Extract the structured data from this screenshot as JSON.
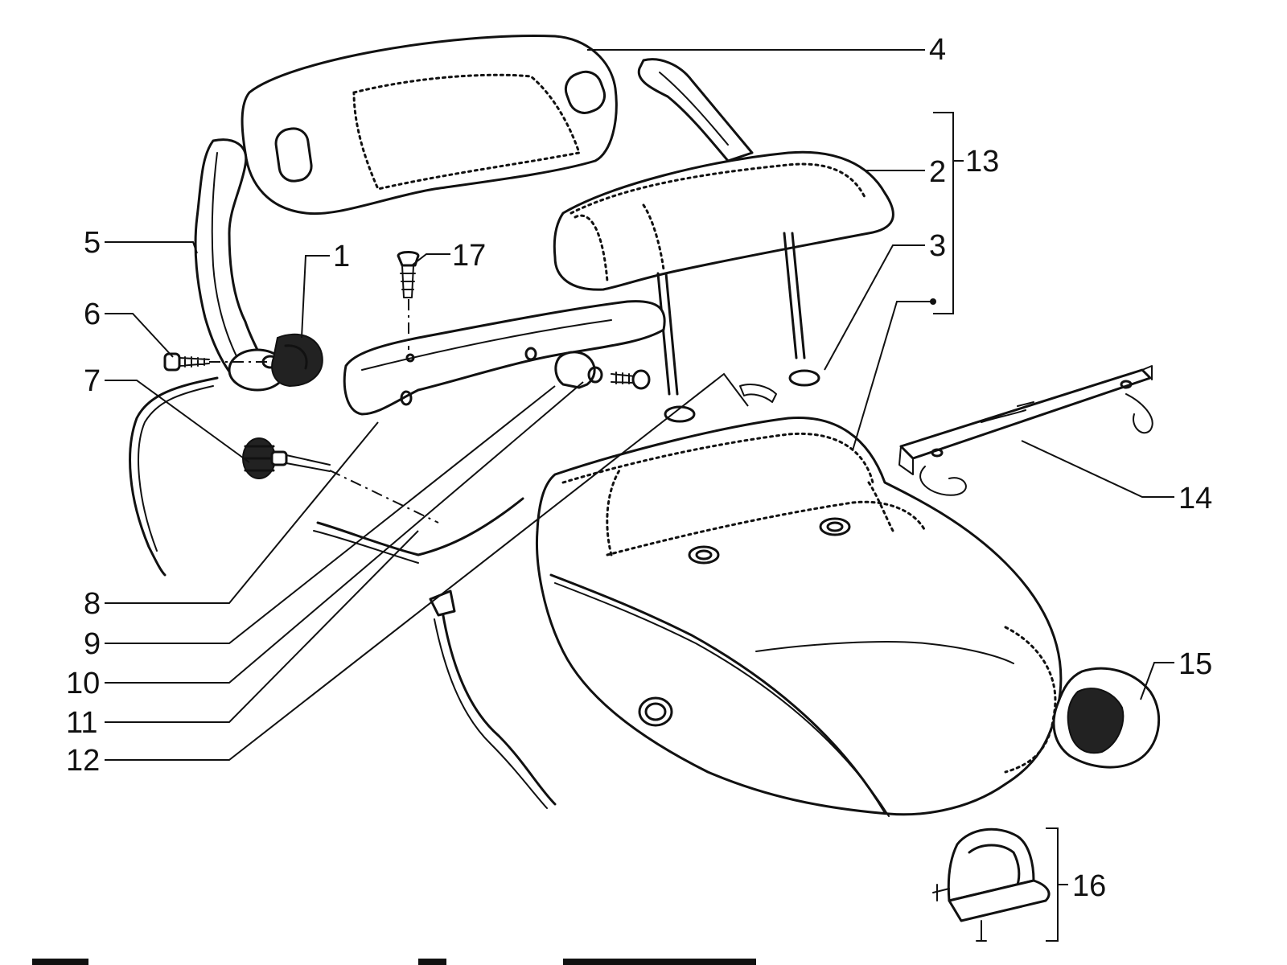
{
  "callouts": {
    "c1": "1",
    "c2": "2",
    "c3": "3",
    "c4": "4",
    "c5": "5",
    "c6": "6",
    "c7": "7",
    "c8": "8",
    "c9": "9",
    "c10": "10",
    "c11": "11",
    "c12": "12",
    "c13": "13",
    "c14": "14",
    "c15": "15",
    "c16": "16",
    "c17": "17"
  },
  "colors": {
    "ink": "#111111",
    "paper": "#ffffff"
  }
}
